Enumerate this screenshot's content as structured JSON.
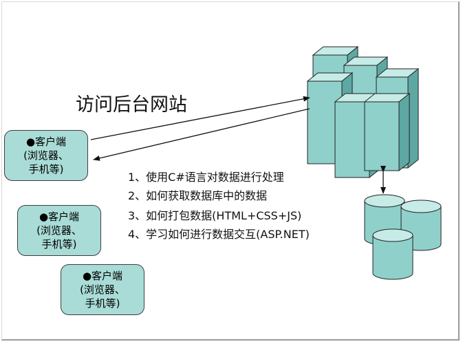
{
  "title": "访问后台网站",
  "clients": [
    {
      "line1": "●客户端",
      "line2": "(浏览器、",
      "line3": "手机等)"
    },
    {
      "line1": "●客户端",
      "line2": "(浏览器、",
      "line3": "手机等)"
    },
    {
      "line1": "●客户端",
      "line2": "(浏览器、",
      "line3": "手机等)"
    }
  ],
  "steps": [
    "1、使用C#语言对数据进行处理",
    "2、如何获取数据库中的数据",
    "3、如何打包数据(HTML+CSS+JS)",
    "4、学习如何进行数据交互(ASP.NET)"
  ],
  "colors": {
    "teal_fill": "#a9dcd6",
    "server_front": "#8fd0cb",
    "server_top": "#c7ebe7",
    "server_side": "#5fa7a2",
    "outline": "#222222"
  }
}
